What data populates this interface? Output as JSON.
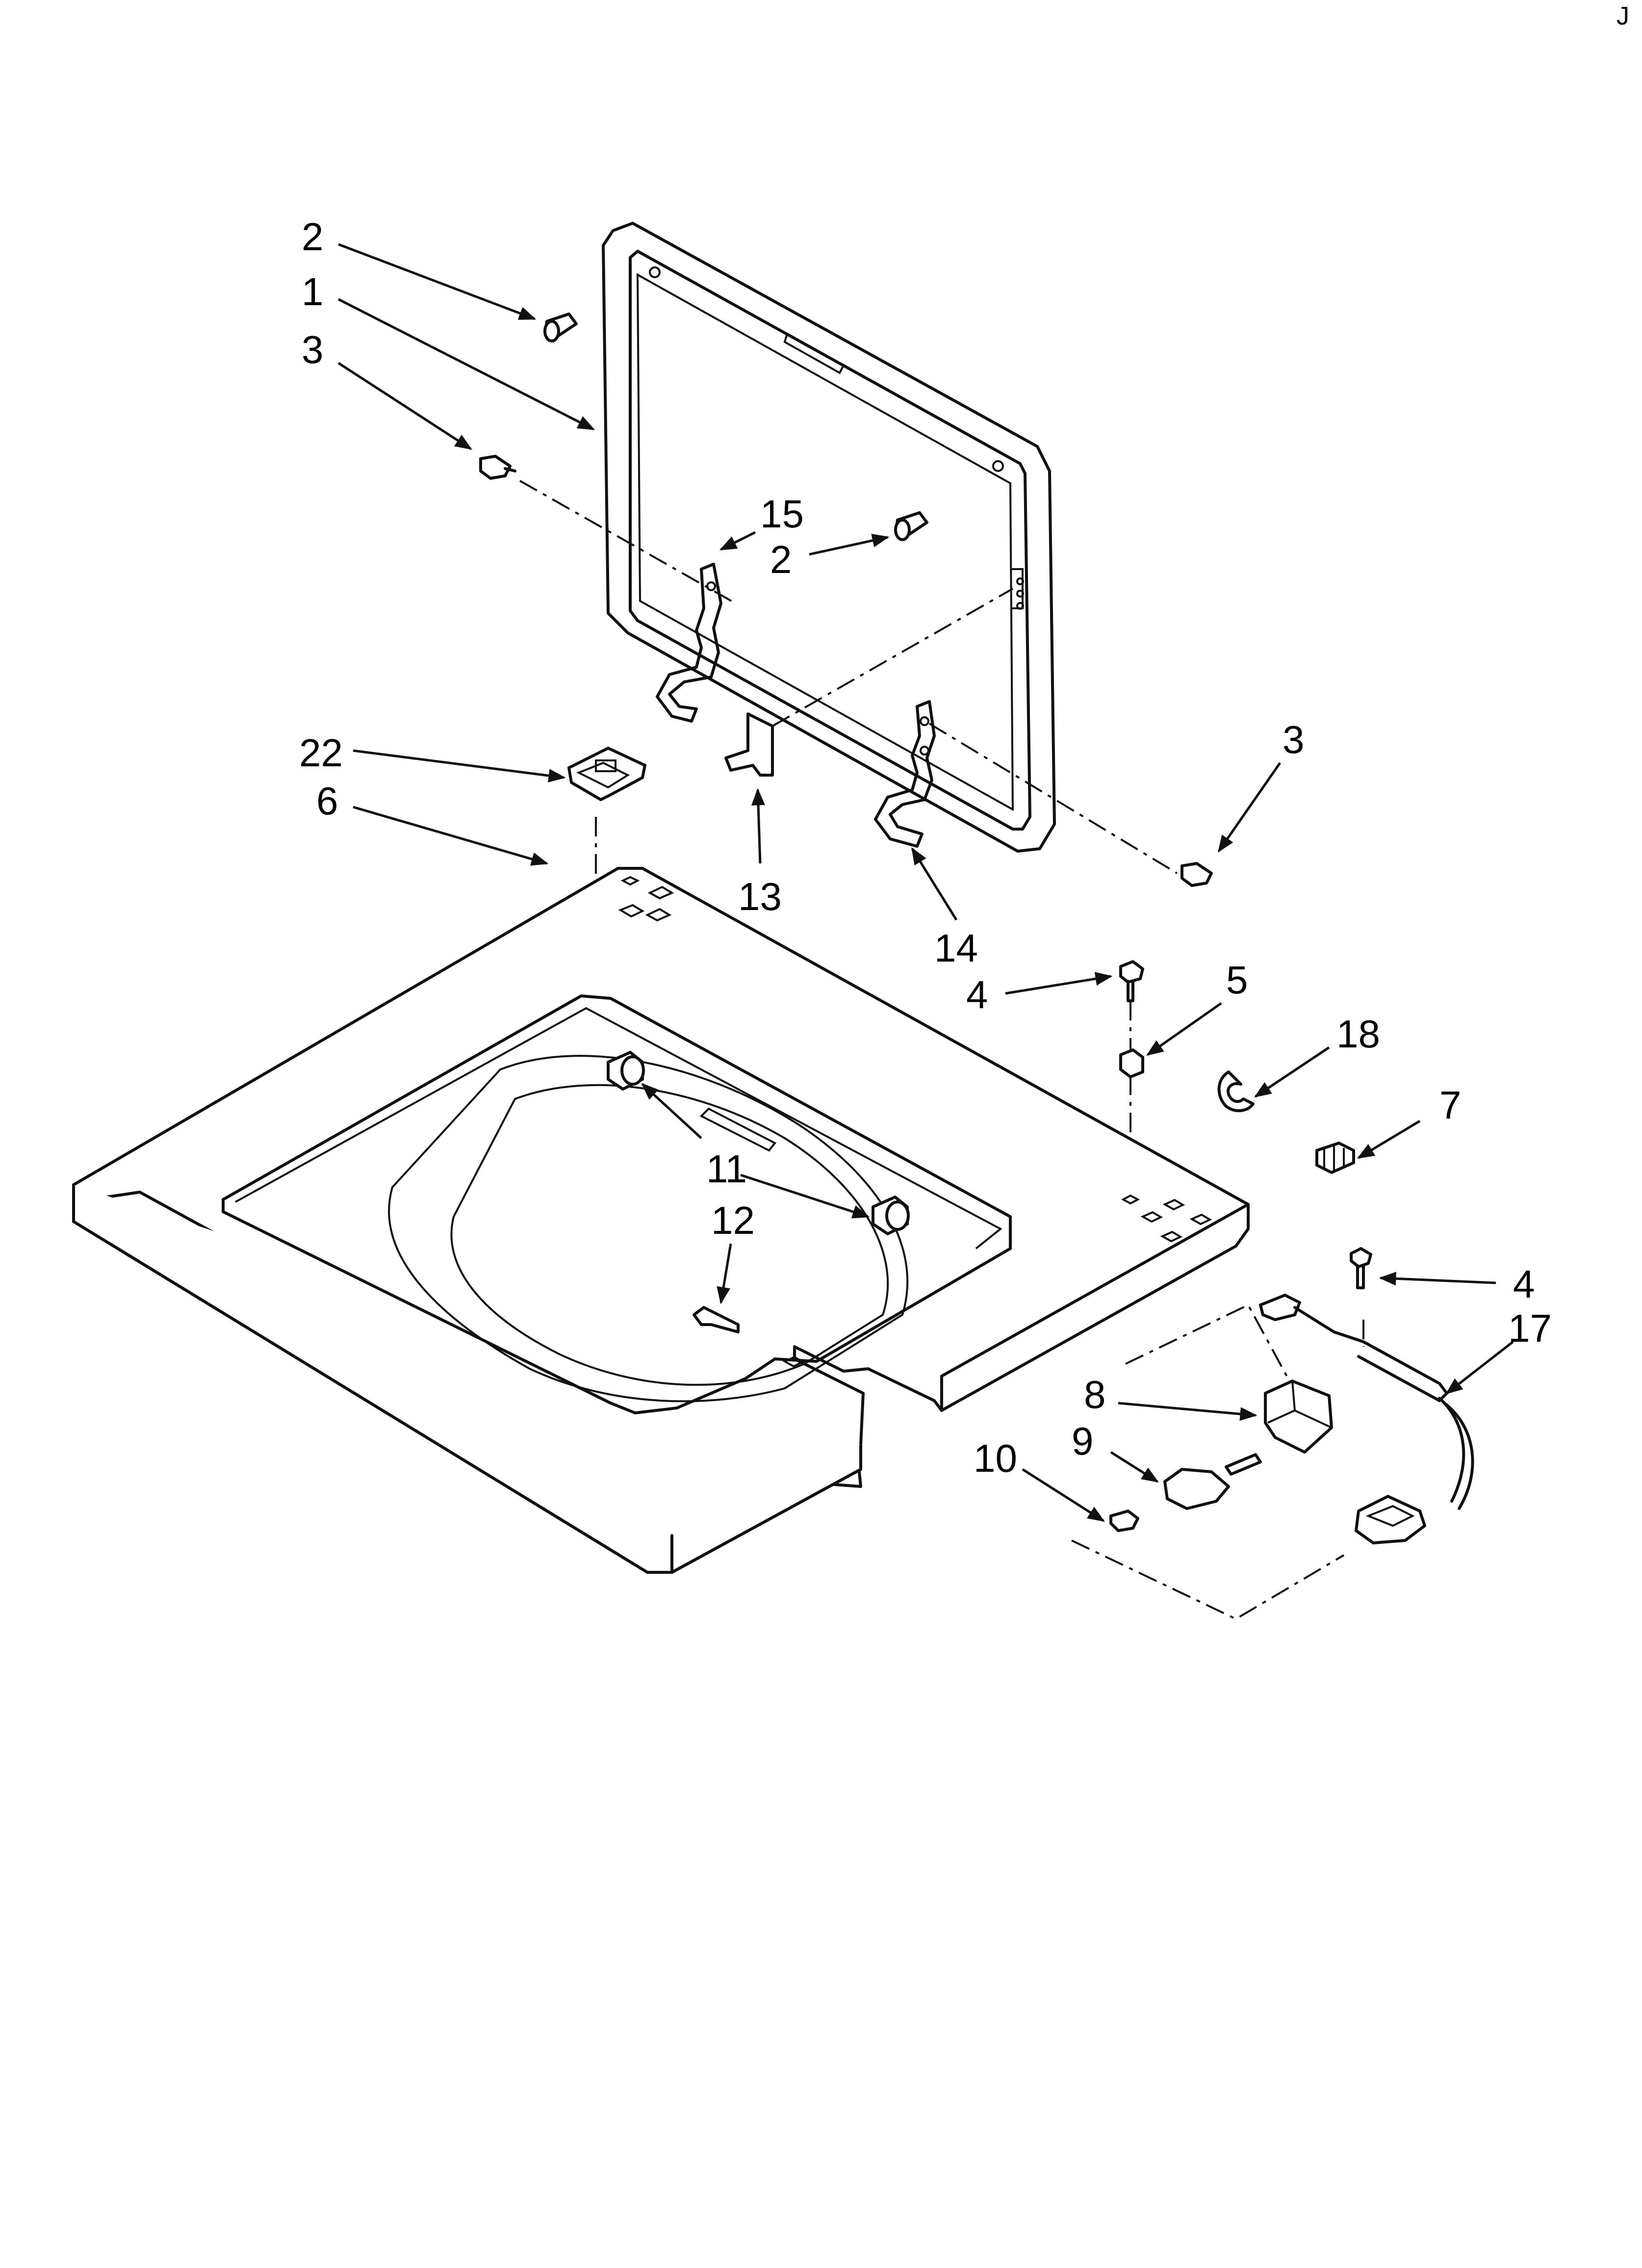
{
  "diagram": {
    "callouts": [
      {
        "id": "c2a",
        "text": "2"
      },
      {
        "id": "c1",
        "text": "1"
      },
      {
        "id": "c3a",
        "text": "3"
      },
      {
        "id": "c15",
        "text": "15"
      },
      {
        "id": "c2b",
        "text": "2"
      },
      {
        "id": "c3b",
        "text": "3"
      },
      {
        "id": "c22",
        "text": "22"
      },
      {
        "id": "c6",
        "text": "6"
      },
      {
        "id": "c13",
        "text": "13"
      },
      {
        "id": "c14",
        "text": "14"
      },
      {
        "id": "c4a",
        "text": "4"
      },
      {
        "id": "c5",
        "text": "5"
      },
      {
        "id": "c18",
        "text": "18"
      },
      {
        "id": "c7",
        "text": "7"
      },
      {
        "id": "c11",
        "text": "11"
      },
      {
        "id": "c12",
        "text": "12"
      },
      {
        "id": "c4b",
        "text": "4"
      },
      {
        "id": "c17",
        "text": "17"
      },
      {
        "id": "c8",
        "text": "8"
      },
      {
        "id": "c9",
        "text": "9"
      },
      {
        "id": "c10",
        "text": "10"
      }
    ],
    "corner_mark": "J"
  }
}
